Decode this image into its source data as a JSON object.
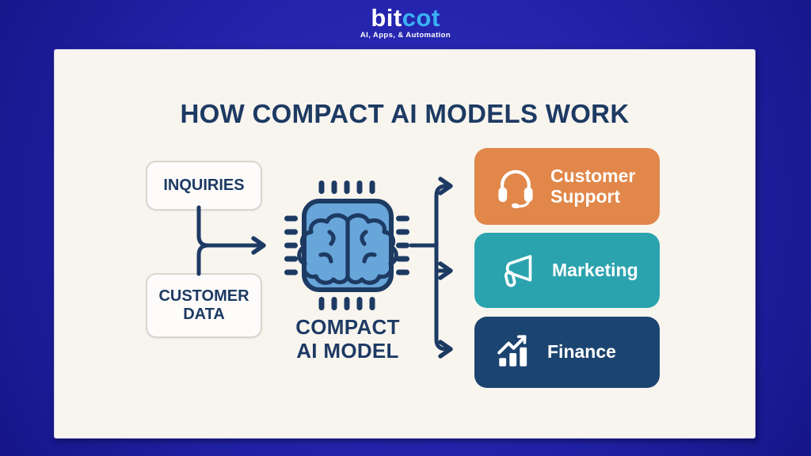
{
  "logo": {
    "text_primary": "bit",
    "text_accent": "cot",
    "accent_color": "#3ab2f5",
    "tagline": "AI, Apps, & Automation"
  },
  "title": "HOW COMPACT AI MODELS WORK",
  "inputs": [
    {
      "label": "INQUIRIES"
    },
    {
      "label": "CUSTOMER DATA"
    }
  ],
  "model": {
    "line1": "COMPACT",
    "line2": "AI MODEL",
    "icon": "chip-brain-icon"
  },
  "outputs": [
    {
      "label": "Customer Support",
      "icon": "headset-icon",
      "color": "#e1874a"
    },
    {
      "label": "Marketing",
      "icon": "megaphone-icon",
      "color": "#2ba3ae"
    },
    {
      "label": "Finance",
      "icon": "bar-chart-icon",
      "color": "#1c4470"
    }
  ],
  "colors": {
    "background_blue": "#2222a9",
    "card_background": "#f8f5ef",
    "ink_navy": "#1d3a63",
    "chip_fill": "#68a5d9"
  }
}
